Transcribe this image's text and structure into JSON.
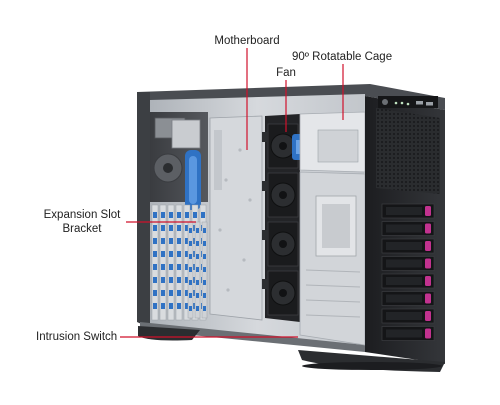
{
  "diagram": {
    "labels": {
      "motherboard": "Motherboard",
      "rotatable_cage": "90º Rotatable Cage",
      "fan": "Fan",
      "expansion_slot_line1": "Expansion Slot",
      "expansion_slot_line2": "Bracket",
      "intrusion_switch": "Intrusion Switch"
    },
    "colors": {
      "leader_line": "#d0112b",
      "chassis_dark": "#2b2d30",
      "chassis_interior": "#c9cdd2",
      "expansion_blue": "#2f72c4",
      "drive_accent": "#c2328f"
    }
  }
}
